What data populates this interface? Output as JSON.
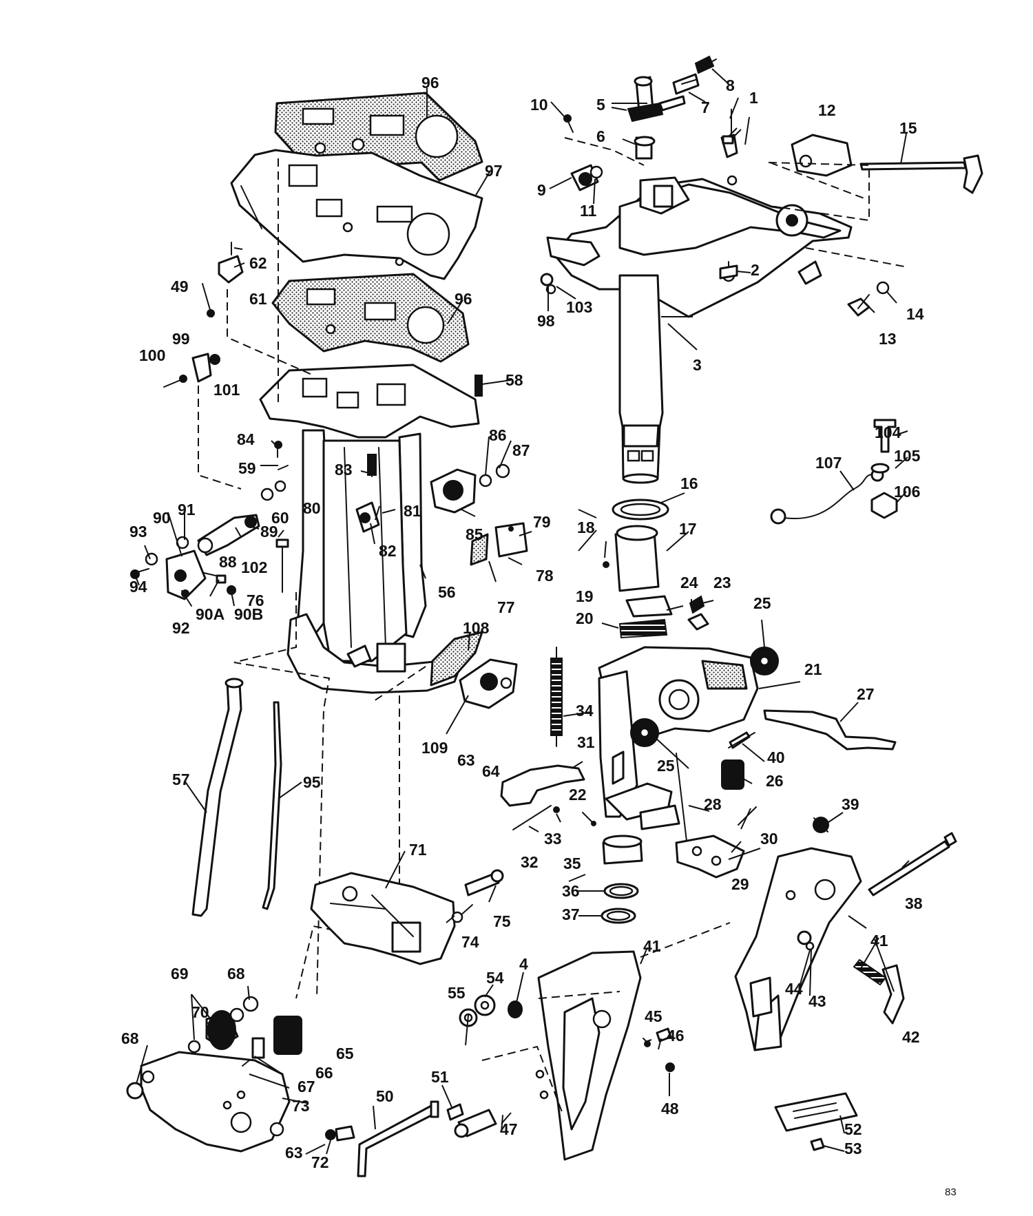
{
  "page_number": "83",
  "callouts": [
    "1",
    "2",
    "3",
    "4",
    "5",
    "6",
    "7",
    "8",
    "9",
    "10",
    "11",
    "12",
    "13",
    "14",
    "15",
    "16",
    "17",
    "18",
    "19",
    "20",
    "21",
    "22",
    "23",
    "24",
    "25",
    "25",
    "26",
    "27",
    "28",
    "29",
    "30",
    "31",
    "32",
    "33",
    "34",
    "35",
    "36",
    "37",
    "38",
    "39",
    "40",
    "41",
    "41",
    "42",
    "43",
    "44",
    "45",
    "46",
    "47",
    "48",
    "49",
    "50",
    "51",
    "52",
    "53",
    "54",
    "55",
    "56",
    "57",
    "58",
    "59",
    "60",
    "61",
    "62",
    "63",
    "63",
    "64",
    "65",
    "66",
    "67",
    "68",
    "68",
    "69",
    "70",
    "71",
    "72",
    "73",
    "74",
    "75",
    "76",
    "77",
    "78",
    "79",
    "80",
    "81",
    "82",
    "83",
    "84",
    "85",
    "86",
    "87",
    "88",
    "89",
    "90",
    "90A",
    "90B",
    "91",
    "92",
    "93",
    "94",
    "95",
    "96",
    "96",
    "97",
    "98",
    "99",
    "100",
    "101",
    "102",
    "103",
    "104",
    "105",
    "106",
    "107",
    "108",
    "109"
  ]
}
